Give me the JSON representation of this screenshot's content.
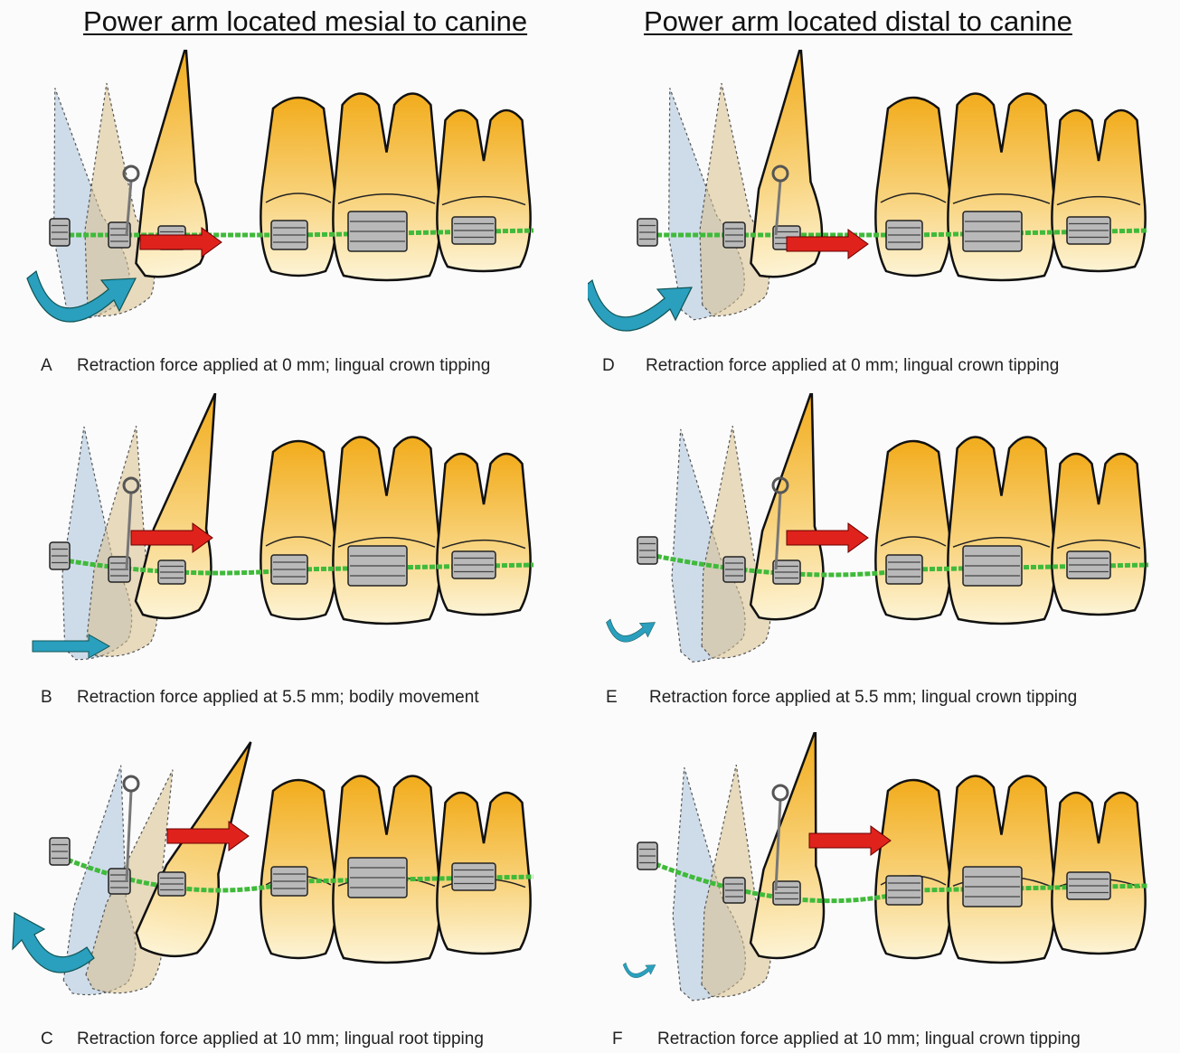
{
  "headings": {
    "left": "Power arm located mesial to canine",
    "right": "Power arm located distal to canine"
  },
  "panels": [
    {
      "letter": "A",
      "caption": "Retraction force applied at 0 mm; lingual crown tipping",
      "rotation": "large-ccw"
    },
    {
      "letter": "B",
      "caption": "Retraction force applied at 5.5 mm; bodily movement",
      "rotation": "translation"
    },
    {
      "letter": "C",
      "caption": "Retraction force applied at 10 mm; lingual root tipping",
      "rotation": "large-cw"
    },
    {
      "letter": "D",
      "caption": "Retraction force applied at 0 mm; lingual crown tipping",
      "rotation": "large-ccw"
    },
    {
      "letter": "E",
      "caption": "Retraction force applied at 5.5 mm; lingual crown tipping",
      "rotation": "small-ccw"
    },
    {
      "letter": "F",
      "caption": "Retraction force applied at 10 mm; lingual crown tipping",
      "rotation": "tiny-ccw"
    }
  ],
  "colors": {
    "tooth_top": "#f2ac1c",
    "tooth_bottom": "#fdf4d6",
    "displaced_tooth": "#a9c3dc",
    "force_arrow": "#e0221c",
    "rotation_arrow": "#2a9fbe",
    "archwire": "#3fba3a",
    "bracket": "#8a8a8a"
  }
}
